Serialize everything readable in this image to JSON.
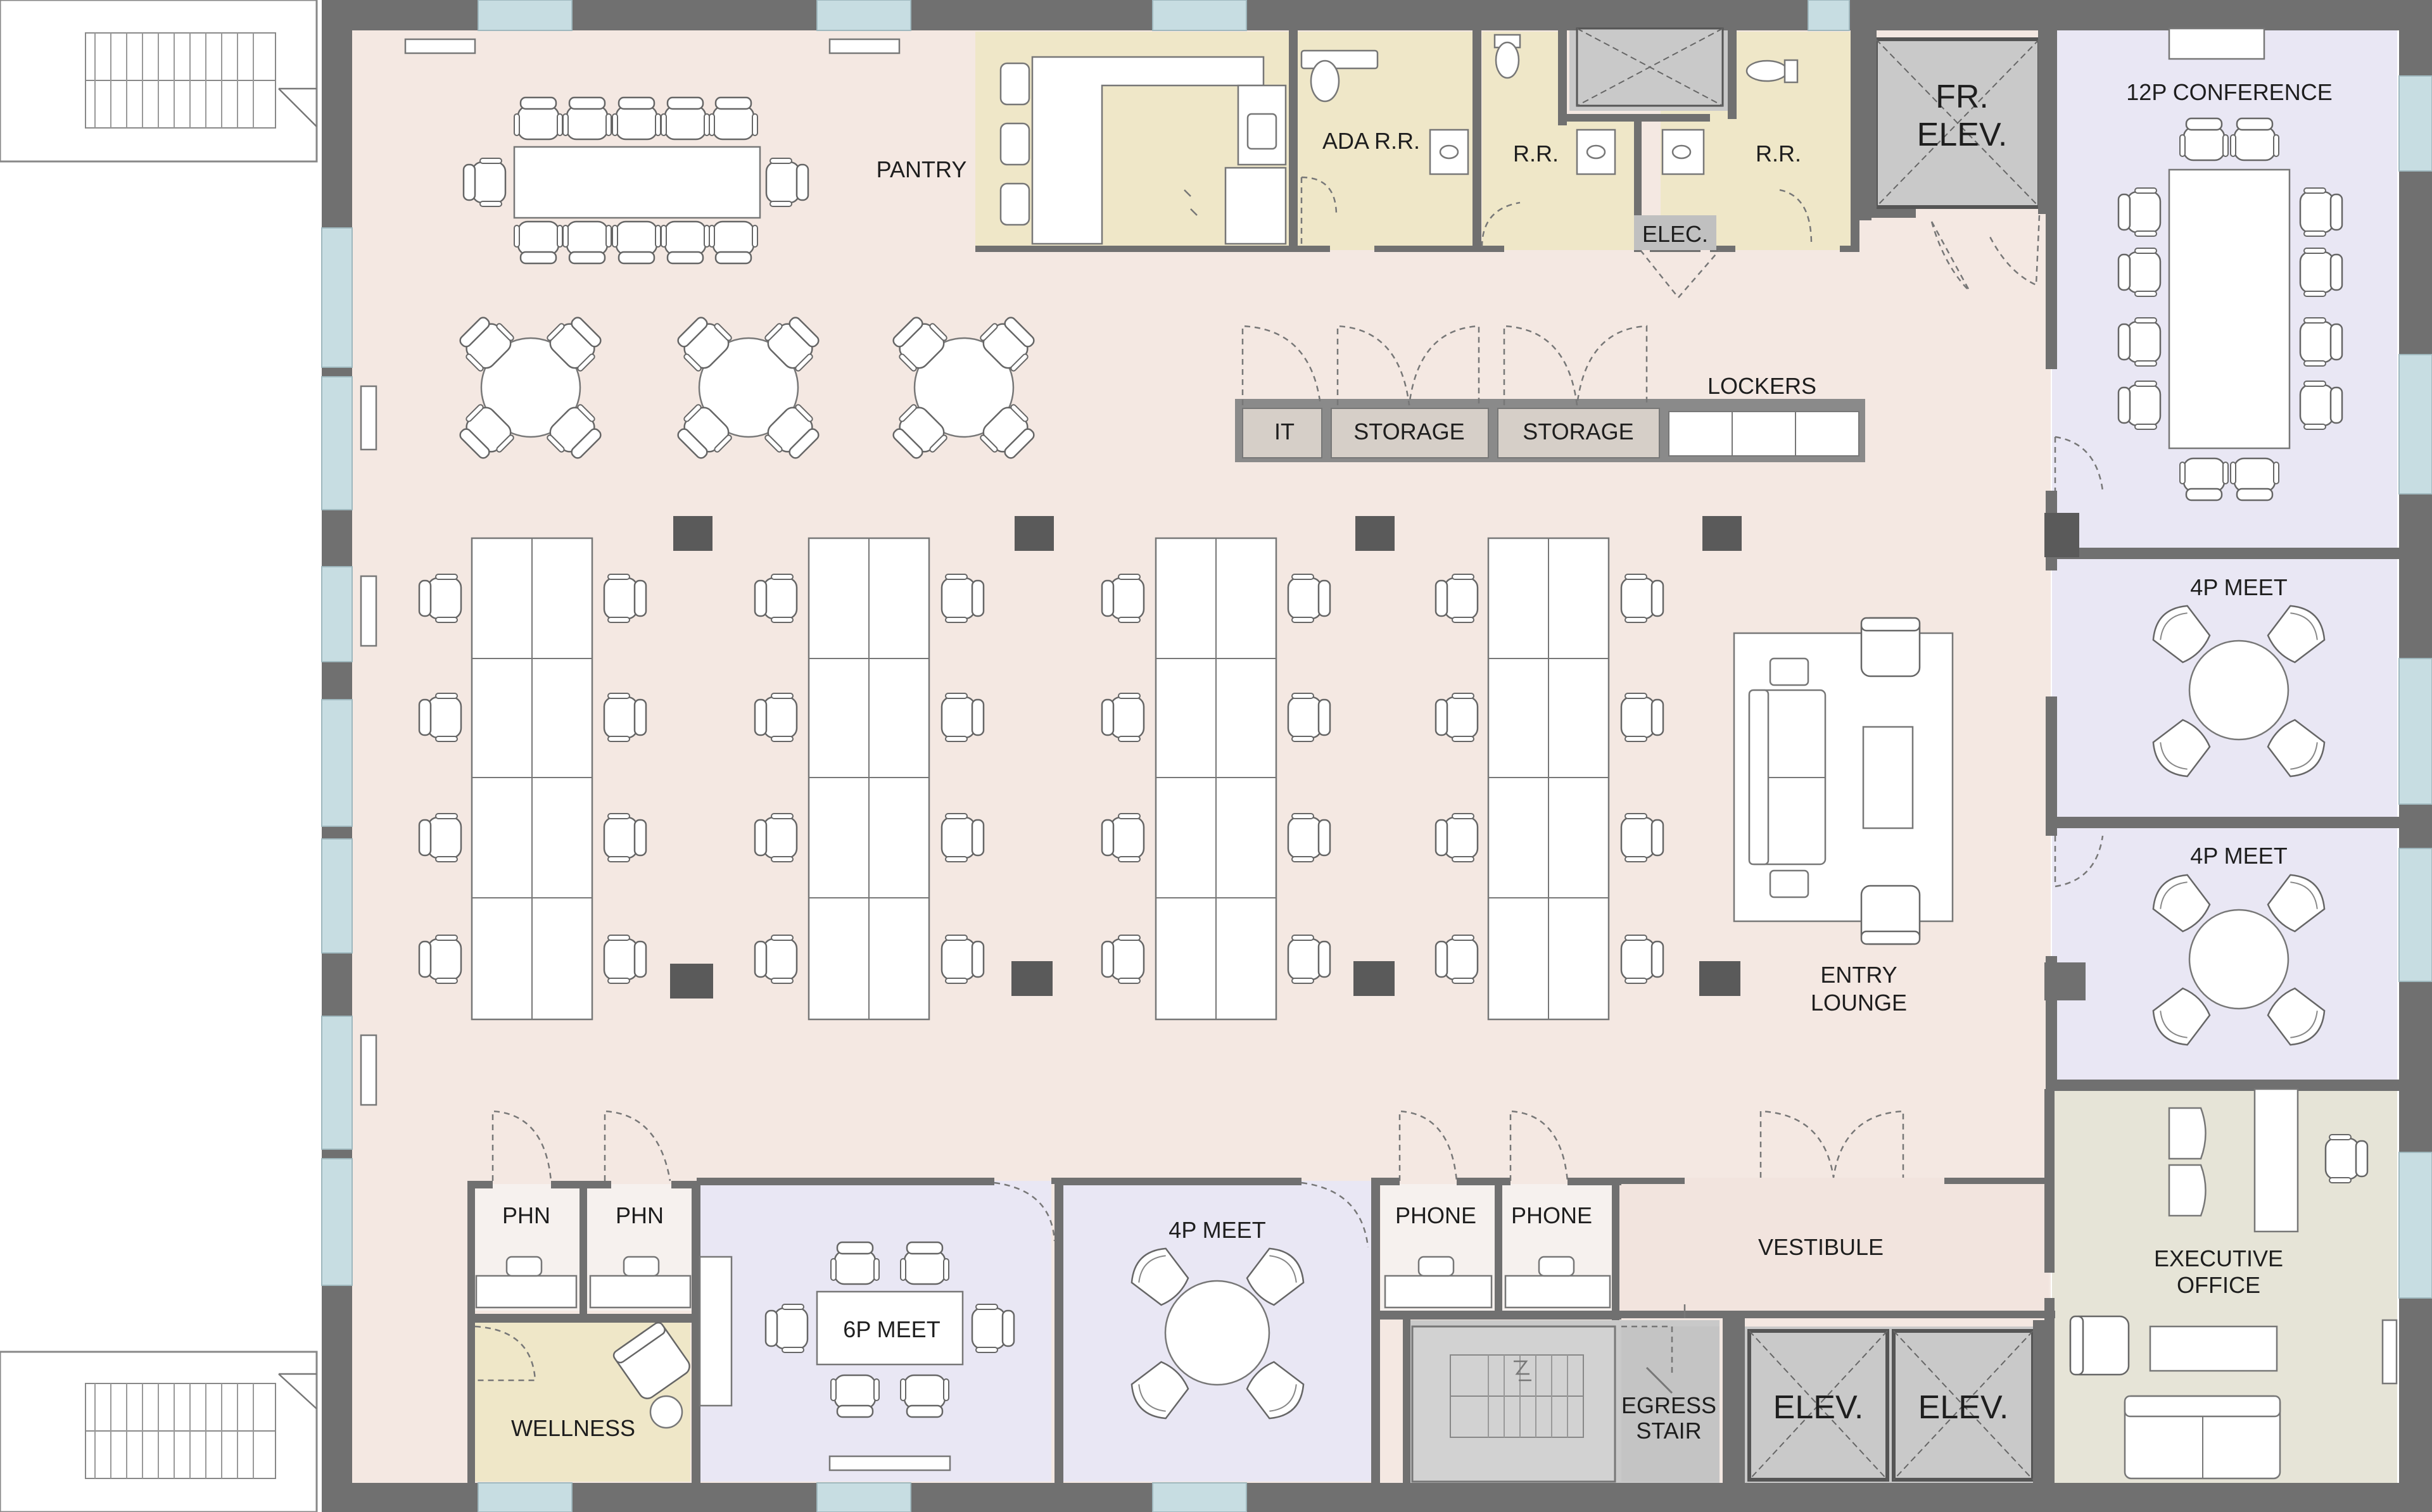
{
  "colors": {
    "open_office": "#f4e8e2",
    "meeting": "#e9e7f4",
    "service": "#efe7c8",
    "circulation": "#f0e2dc",
    "support": "#d6cfc8",
    "executive": "#e6e4d7",
    "elevator": "#c9c9c9",
    "wall": "#707070",
    "window": "#c7dde2"
  },
  "labels": {
    "pantry": "PANTRY",
    "ada_rr": "ADA R.R.",
    "rr_1": "R.R.",
    "rr_2": "R.R.",
    "elec": "ELEC.",
    "fr_elev": [
      "FR.",
      "ELEV."
    ],
    "conf_12p": "12P CONFERENCE",
    "it": "IT",
    "storage_1": "STORAGE",
    "storage_2": "STORAGE",
    "lockers": "LOCKERS",
    "meet_4p_1": "4P MEET",
    "meet_4p_2": "4P MEET",
    "entry_lounge": [
      "ENTRY",
      "LOUNGE"
    ],
    "executive_office": [
      "EXECUTIVE",
      "OFFICE"
    ],
    "vestibule": "VESTIBULE",
    "phone_1": "PHONE",
    "phone_2": "PHONE",
    "phn_1": "PHN",
    "phn_2": "PHN",
    "meet_6p": "6P MEET",
    "meet_4p_3": "4P MEET",
    "wellness": "WELLNESS",
    "egress_stair": [
      "EGRESS",
      "STAIR"
    ],
    "elev_1": "ELEV.",
    "elev_2": "ELEV."
  }
}
